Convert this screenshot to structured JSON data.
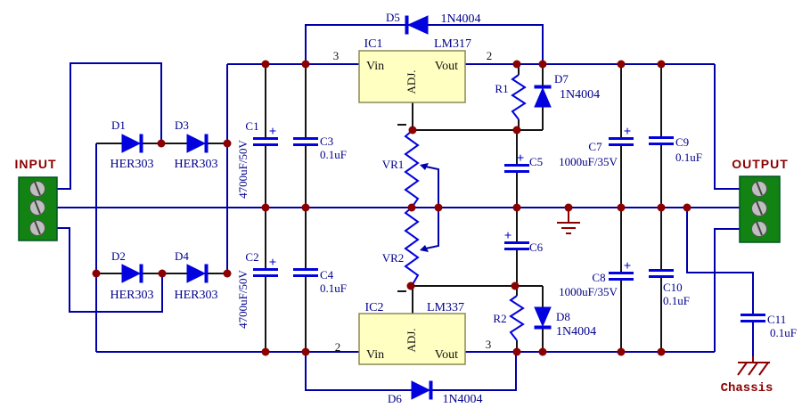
{
  "title": "Dual rail LM317/LM337 adjustable power supply schematic",
  "colors": {
    "wire": "#0000A8",
    "component": "#0202DF",
    "label": "#00008B",
    "junction_dot": "#8B0000",
    "terminal_green": "#128212",
    "ic_fill": "#FFFFC2",
    "ic_border": "#8a8a54",
    "ground_red": "#8B0000",
    "lead_black": "#141414"
  },
  "io": {
    "input_label": "INPUT",
    "output_label": "OUTPUT",
    "chassis_label": "Chassis"
  },
  "ics": {
    "ic1": {
      "ref": "IC1",
      "part": "LM317",
      "vin": "Vin",
      "vout": "Vout",
      "adj": "ADJ.",
      "pin_in": "3",
      "pin_out": "2"
    },
    "ic2": {
      "ref": "IC2",
      "part": "LM337",
      "vin": "Vin",
      "vout": "Vout",
      "adj": "ADJ.",
      "pin_in": "2",
      "pin_out": "3"
    }
  },
  "diodes": {
    "d1": {
      "ref": "D1",
      "part": "HER303"
    },
    "d2": {
      "ref": "D2",
      "part": "HER303"
    },
    "d3": {
      "ref": "D3",
      "part": "HER303"
    },
    "d4": {
      "ref": "D4",
      "part": "HER303"
    },
    "d5": {
      "ref": "D5",
      "part": "1N4004"
    },
    "d6": {
      "ref": "D6",
      "part": "1N4004"
    },
    "d7": {
      "ref": "D7",
      "part": "1N4004"
    },
    "d8": {
      "ref": "D8",
      "part": "1N4004"
    }
  },
  "capacitors": {
    "c1": {
      "ref": "C1",
      "value": "4700uF/50V",
      "plus": "+"
    },
    "c2": {
      "ref": "C2",
      "value": "4700uF/50V",
      "plus": "+"
    },
    "c3": {
      "ref": "C3",
      "value": "0.1uF"
    },
    "c4": {
      "ref": "C4",
      "value": "0.1uF"
    },
    "c5": {
      "ref": "C5",
      "plus": "+"
    },
    "c6": {
      "ref": "C6",
      "plus": "+"
    },
    "c7": {
      "ref": "C7",
      "value": "1000uF/35V",
      "plus": "+"
    },
    "c8": {
      "ref": "C8",
      "value": "1000uF/35V",
      "plus": "+"
    },
    "c9": {
      "ref": "C9",
      "value": "0.1uF"
    },
    "c10": {
      "ref": "C10",
      "value": "0.1uF"
    },
    "c11": {
      "ref": "C11",
      "value": "0.1uF"
    }
  },
  "resistors": {
    "r1": {
      "ref": "R1"
    },
    "r2": {
      "ref": "R2"
    }
  },
  "potentiometers": {
    "vr1": {
      "ref": "VR1"
    },
    "vr2": {
      "ref": "VR2"
    }
  }
}
